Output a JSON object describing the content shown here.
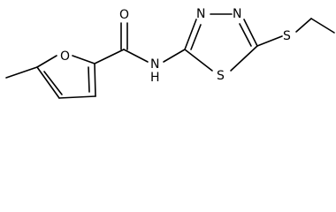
{
  "molecule": {
    "atoms": {
      "o_carbonyl": "O",
      "o_furan": "O",
      "nh": "N",
      "h_on_n": "H",
      "n_upper_left": "N",
      "n_upper_right": "N",
      "s_ring": "S",
      "s_thioether": "S"
    }
  }
}
